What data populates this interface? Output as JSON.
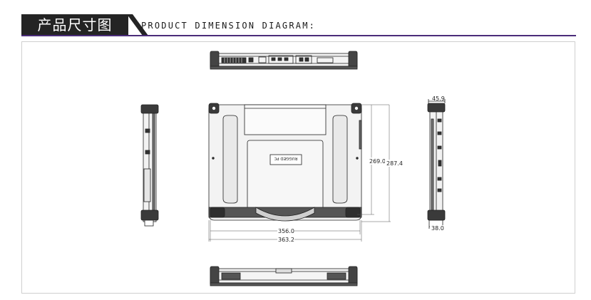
{
  "header": {
    "title_cn": "产品尺寸图",
    "subtitle": "PRODUCT DIMENSION DIAGRAM:"
  },
  "dimensions": {
    "width_inner": "356.0",
    "width_outer": "363.2",
    "height_inner": "269.0",
    "height_outer": "287.4",
    "depth_top": "45.9",
    "depth_bottom": "38.0"
  },
  "device_label": "RUGGED PC",
  "colors": {
    "accent": "#4b2c7a",
    "badge": "#242424"
  }
}
